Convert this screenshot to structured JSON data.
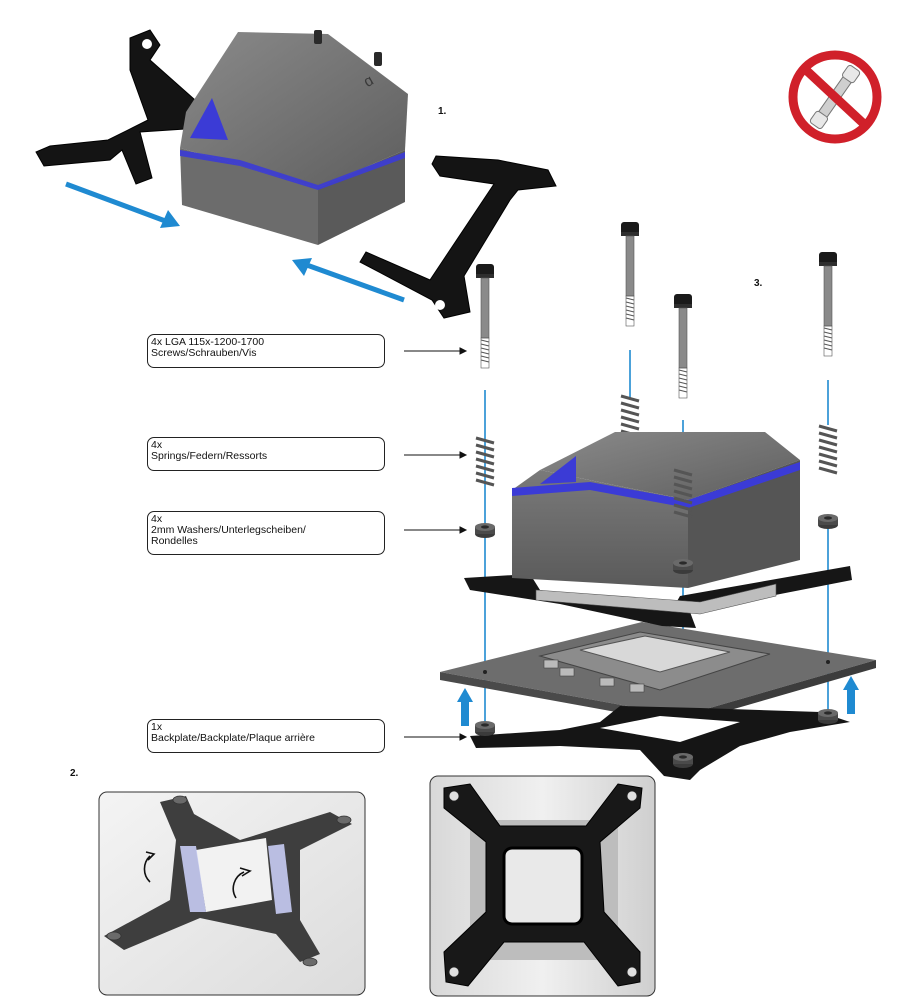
{
  "steps": {
    "s1": "1.",
    "s2": "2.",
    "s3": "3."
  },
  "callouts": {
    "screws": {
      "line1": "4x LGA 115x-1200-1700",
      "line2": "Screws/Schrauben/Vis"
    },
    "springs": {
      "line1": "4x",
      "line2": "Springs/Federn/Ressorts"
    },
    "washers": {
      "line1": "4x",
      "line2": "2mm Washers/Unterlegscheiben/",
      "line3": "Rondelles"
    },
    "backplate": {
      "line1": "1x",
      "line2": "Backplate/Backplate/Plaque arrière"
    }
  },
  "icons": {
    "prohibited": "no-screwdriver-icon",
    "rotate": "rotate-arrow-icon",
    "insert": "insert-arrow-icon"
  },
  "colors": {
    "accent": "#1f8ad1",
    "led": "#3b3bd6",
    "block": "#6e6e6e",
    "prohibit": "#d0202a"
  }
}
